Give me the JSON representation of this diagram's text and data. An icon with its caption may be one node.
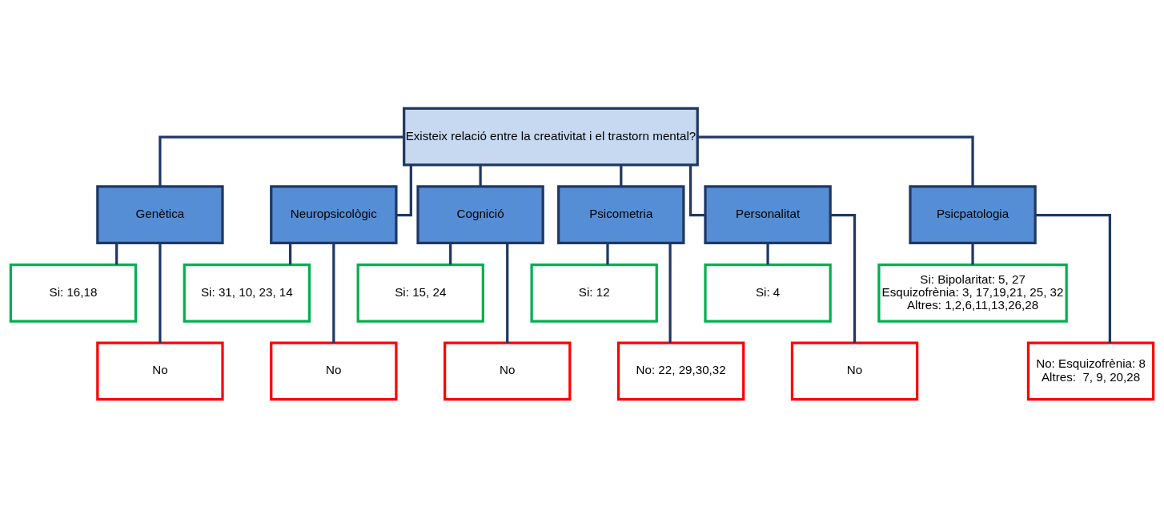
{
  "diagram": {
    "nodes": [
      {
        "text": [
          "Existeix relació entre la creativitat i el trastorn mental?"
        ]
      },
      {
        "text": [
          "Genètica"
        ]
      },
      {
        "text": [
          "Si: 16,18"
        ]
      },
      {
        "text": [
          "No"
        ]
      },
      {
        "text": [
          "Neuropsicològic"
        ]
      },
      {
        "text": [
          "Si: 31, 10, 23, 14"
        ]
      },
      {
        "text": [
          "No"
        ]
      },
      {
        "text": [
          "Cognició"
        ]
      },
      {
        "text": [
          "Si: 15, 24"
        ]
      },
      {
        "text": [
          "No"
        ]
      },
      {
        "text": [
          "Psicometria"
        ]
      },
      {
        "text": [
          "Si: 12"
        ]
      },
      {
        "text": [
          "No: 22, 29,30,32"
        ]
      },
      {
        "text": [
          "Personalitat"
        ]
      },
      {
        "text": [
          "Si: 4"
        ]
      },
      {
        "text": [
          "No"
        ]
      },
      {
        "text": [
          "Psicpatologia"
        ]
      },
      {
        "text": [
          "Si: Bipolaritat: 5, 27",
          "Esquizofrènia: 3, 17,19,21, 25, 32",
          "Altres: 1,2,6,11,13,26,28"
        ]
      },
      {
        "text": [
          "No: Esquizofrènia: 8",
          "Altres:  7, 9, 20,28"
        ]
      }
    ],
    "edges": [
      {
        "from": 0,
        "to": 1,
        "arrow": "none"
      },
      {
        "from": 0,
        "to": 4,
        "arrow": "none"
      },
      {
        "from": 0,
        "to": 7,
        "arrow": "none"
      },
      {
        "from": 0,
        "to": 10,
        "arrow": "none"
      },
      {
        "from": 0,
        "to": 13,
        "arrow": "none"
      },
      {
        "from": 0,
        "to": 16,
        "arrow": "none"
      },
      {
        "from": 1,
        "to": 2,
        "arrow": "none"
      },
      {
        "from": 1,
        "to": 3,
        "arrow": "none"
      },
      {
        "from": 4,
        "to": 5,
        "arrow": "none"
      },
      {
        "from": 4,
        "to": 6,
        "arrow": "none"
      },
      {
        "from": 7,
        "to": 8,
        "arrow": "none"
      },
      {
        "from": 7,
        "to": 9,
        "arrow": "none"
      },
      {
        "from": 10,
        "to": 11,
        "arrow": "none"
      },
      {
        "from": 10,
        "to": 12,
        "arrow": "none"
      },
      {
        "from": 13,
        "to": 14,
        "arrow": "none"
      },
      {
        "from": 13,
        "to": 15,
        "arrow": "none"
      },
      {
        "from": 16,
        "to": 17,
        "arrow": "none"
      },
      {
        "from": 16,
        "to": 18,
        "arrow": "none"
      }
    ]
  }
}
